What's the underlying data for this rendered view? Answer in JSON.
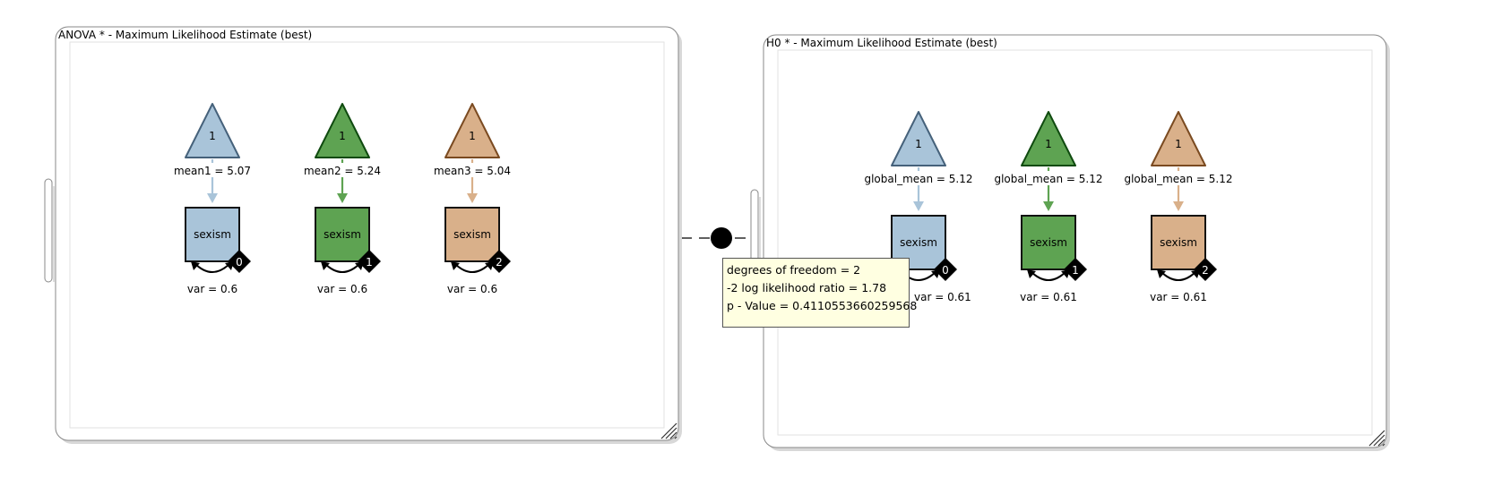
{
  "panels": [
    {
      "title": "ANOVA * - Maximum Likelihood Estimate (best)",
      "nodes": [
        {
          "const_label": "1",
          "path_label": "mean1 = 5.07",
          "var_name": "sexism",
          "group": "0",
          "variance_label": "var = 0.6",
          "fill": "#a9c4d9",
          "stroke": "#45617a",
          "arrow": "#a9c4d9"
        },
        {
          "const_label": "1",
          "path_label": "mean2 = 5.24",
          "var_name": "sexism",
          "group": "1",
          "variance_label": "var = 0.6",
          "fill": "#5ea352",
          "stroke": "#0f4a0f",
          "arrow": "#5ea352"
        },
        {
          "const_label": "1",
          "path_label": "mean3 = 5.04",
          "var_name": "sexism",
          "group": "2",
          "variance_label": "var = 0.6",
          "fill": "#d9b08a",
          "stroke": "#7a4a20",
          "arrow": "#d9b08a"
        }
      ]
    },
    {
      "title": "H0 * - Maximum Likelihood Estimate (best)",
      "nodes": [
        {
          "const_label": "1",
          "path_label": "global_mean = 5.12",
          "var_name": "sexism",
          "group": "0",
          "variance_label": "var = 0.61",
          "fill": "#a9c4d9",
          "stroke": "#45617a",
          "arrow": "#a9c4d9"
        },
        {
          "const_label": "1",
          "path_label": "global_mean = 5.12",
          "var_name": "sexism",
          "group": "1",
          "variance_label": "var = 0.61",
          "fill": "#5ea352",
          "stroke": "#0f4a0f",
          "arrow": "#5ea352"
        },
        {
          "const_label": "1",
          "path_label": "global_mean = 5.12",
          "var_name": "sexism",
          "group": "2",
          "variance_label": "var = 0.61",
          "fill": "#d9b08a",
          "stroke": "#7a4a20",
          "arrow": "#d9b08a"
        }
      ]
    }
  ],
  "comparison_tooltip": {
    "df": "degrees of freedom = 2",
    "lr": "-2 log likelihood ratio = 1.78",
    "p": "p - Value = 0.4110553660259568"
  }
}
